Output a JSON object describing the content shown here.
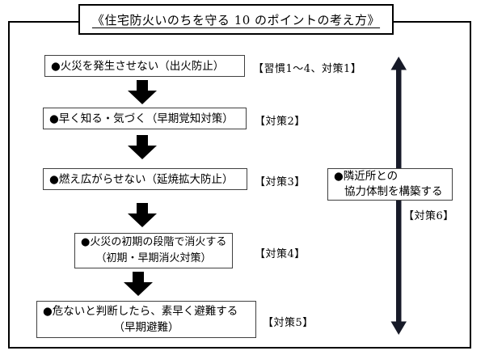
{
  "title": "《住宅防火いのちを守る 10 のポイントの考え方》",
  "steps": [
    {
      "line1": "●火災を発生させない（出火防止）",
      "label": "【習慣1～4、対策1】"
    },
    {
      "line1": "●早く知る・気づく（早期覚知対策）",
      "label": "【対策2】"
    },
    {
      "line1": "●燃え広がらせない（延焼拡大防止）",
      "label": "【対策3】"
    },
    {
      "line1": "●火災の初期の段階で消火する",
      "line2": "（初期・早期消火対策）",
      "label": "【対策4】"
    },
    {
      "line1": "●危ないと判断したら、素早く避難する",
      "line2": "（早期避難）",
      "label": "【対策5】"
    }
  ],
  "side_box": {
    "line1": "●隣近所との",
    "line2": "協力体制を構築する",
    "label": "【対策6】"
  },
  "icons": {
    "step_arrow": "down-block-arrow",
    "span_arrow": "vertical-double-headed-arrow"
  },
  "colors": {
    "background": "#ffffff",
    "border": "#000000",
    "text": "#000000",
    "block_arrow": "#000000",
    "span_arrow": "#171a28"
  }
}
